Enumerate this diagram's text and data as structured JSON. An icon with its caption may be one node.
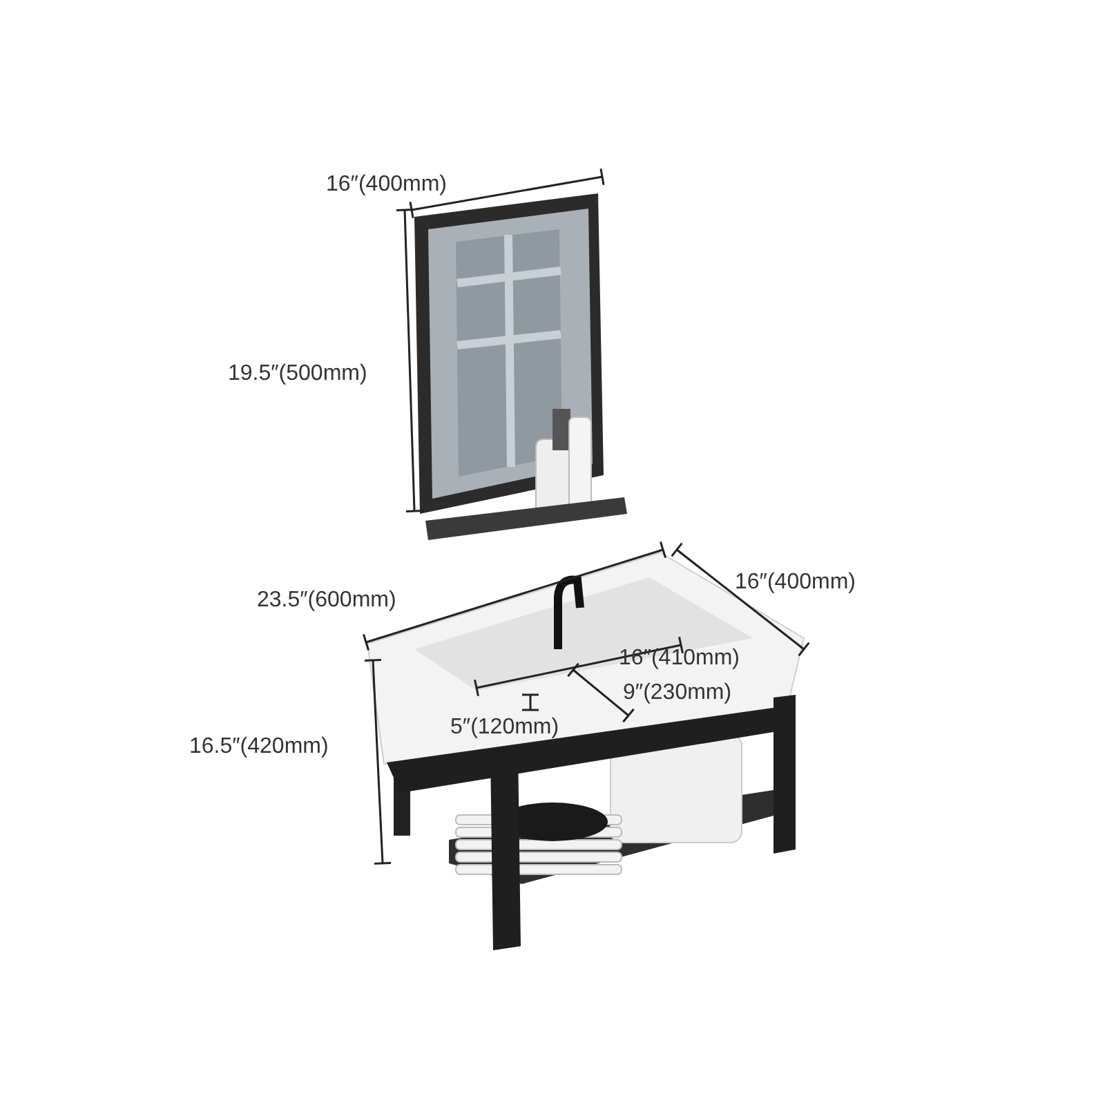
{
  "diagram": {
    "labels": [
      "16″(400mm)",
      "19.5″(500mm)",
      "23.5″(600mm)",
      "16″(400mm)",
      "16″(410mm)",
      "9″(230mm)",
      "5″(120mm)",
      "16.5″(420mm)"
    ]
  }
}
